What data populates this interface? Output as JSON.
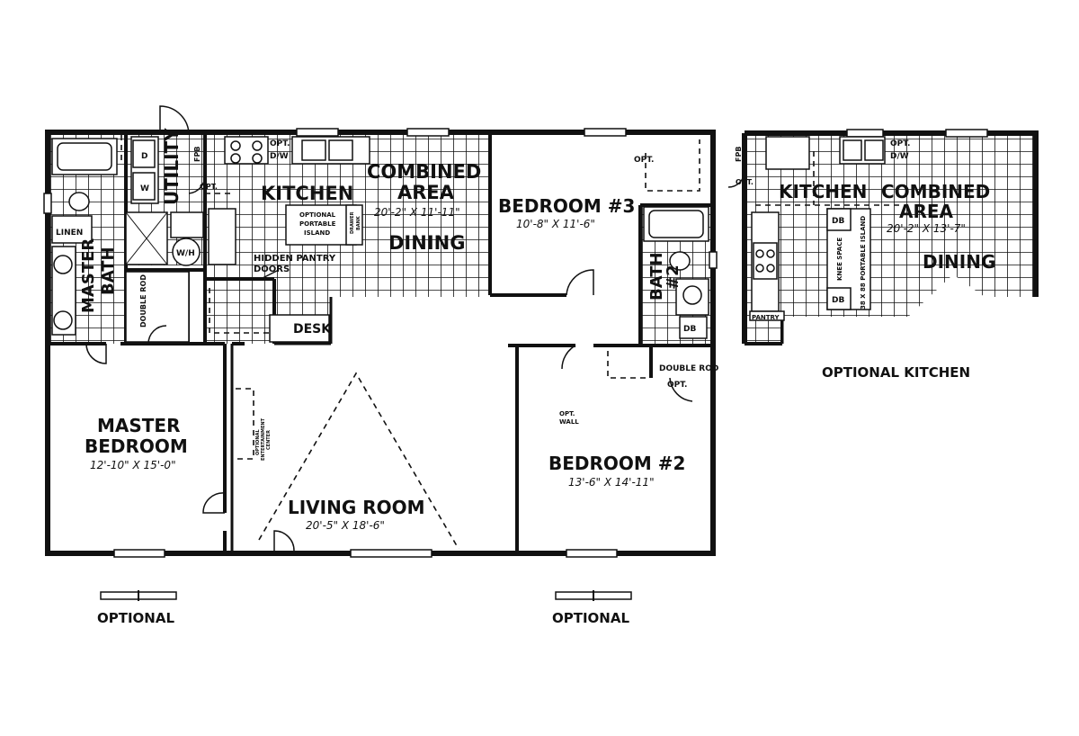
{
  "main_plan": {
    "utility": "UTILITY",
    "kitchen": "KITCHEN",
    "opt_dw": [
      "OPT.",
      "D/W"
    ],
    "fpb": "FPB",
    "opt_small": "OPT.",
    "combined_area": [
      "COMBINED",
      "AREA"
    ],
    "combined_dim": "20'-2\" X 11'-11\"",
    "dining": "DINING",
    "optional_island": [
      "OPTIONAL",
      "PORTABLE",
      "ISLAND"
    ],
    "drawer_bank": [
      "DRAWER",
      "BANK"
    ],
    "hidden_pantry": [
      "HIDDEN PANTRY",
      "DOORS"
    ],
    "desk": "DESK",
    "linen": "LINEN",
    "master_bath": [
      "MASTER",
      "BATH"
    ],
    "wh": "W/H",
    "dryer": "D",
    "washer": "W",
    "double_rod_left": "DOUBLE ROD",
    "bedroom3": "BEDROOM #3",
    "bedroom3_dim": "10'-8\" X 11'-6\"",
    "bedroom3_opt": "OPT.",
    "bath2": [
      "BATH",
      "#2"
    ],
    "db": "DB",
    "master_bedroom": [
      "MASTER",
      "BEDROOM"
    ],
    "master_bedroom_dim": "12'-10\" X 15'-0\"",
    "entertainment": [
      "OPTIONAL",
      "ENTERTAINMENT",
      "CENTER"
    ],
    "living_room": "LIVING ROOM",
    "living_room_dim": "20'-5\" X 18'-6\"",
    "bedroom2": "BEDROOM #2",
    "bedroom2_dim": "13'-6\" X 14'-11\"",
    "double_rod_right": "DOUBLE ROD",
    "bedroom2_opt": "OPT.",
    "opt_wall": [
      "OPT.",
      "WALL"
    ],
    "optional_left": "OPTIONAL",
    "optional_right": "OPTIONAL"
  },
  "optional_kitchen_plan": {
    "kitchen": "KITCHEN",
    "combined_area": [
      "COMBINED",
      "AREA"
    ],
    "combined_dim": "20'-2\" X 13'-7\"",
    "dining": "DINING",
    "opt_dw": [
      "OPT.",
      "D/W"
    ],
    "fpb": "FPB",
    "opt_small": "OPT.",
    "db_top": "DB",
    "db_bottom": "DB",
    "knee_space": "KNEE SPACE",
    "island_text": "38 X 88 PORTABLE ISLAND",
    "pantry": "PANTRY",
    "caption": "OPTIONAL KITCHEN"
  }
}
